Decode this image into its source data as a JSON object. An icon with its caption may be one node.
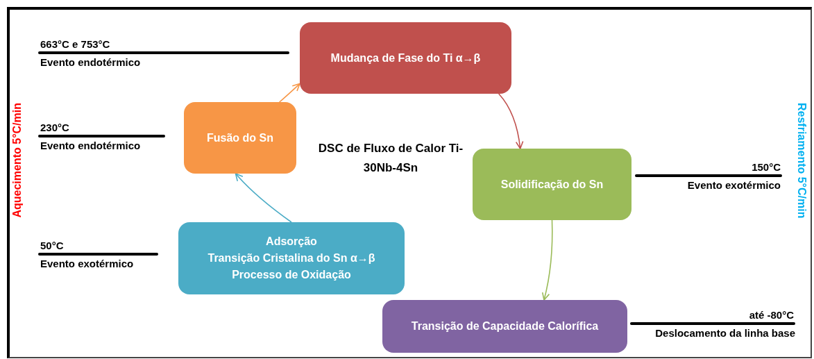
{
  "diagram": {
    "title": "DSC de Fluxo de Calor Ti-30Nb-4Sn",
    "nodes": [
      {
        "text": [
          "Mudança de Fase do Ti α→β"
        ],
        "beside": [
          "663°C e 753°C",
          "Evento endotérmico"
        ]
      },
      {
        "text": [
          "Fusão do Sn"
        ],
        "beside": [
          "230°C",
          "Evento endotérmico"
        ]
      },
      {
        "text": [
          "Solidificação do Sn"
        ],
        "beside": [
          "150°C",
          "Evento exotérmico"
        ]
      },
      {
        "text": [
          "Adsorção",
          "Transição Cristalina do Sn α→β",
          "Processo de Oxidação"
        ],
        "beside": [
          "50°C",
          "Evento exotérmico"
        ]
      },
      {
        "text": [
          "Transição de Capacidade Calorífica"
        ],
        "beside": [
          "até -80°C",
          "Deslocamento da linha base"
        ]
      }
    ],
    "edges": [
      {
        "from": 3,
        "to": 1,
        "arrow": "to",
        "color": "#4bacc6"
      },
      {
        "from": 1,
        "to": 0,
        "arrow": "to",
        "color": "#f79646"
      },
      {
        "from": 0,
        "to": 2,
        "arrow": "to",
        "color": "#c0504d"
      },
      {
        "from": 2,
        "to": 4,
        "arrow": "to",
        "color": "#9bbb59"
      }
    ],
    "labels": [
      "Aquecimento 5°C/min",
      "Resfriamento 5°C/min"
    ]
  }
}
